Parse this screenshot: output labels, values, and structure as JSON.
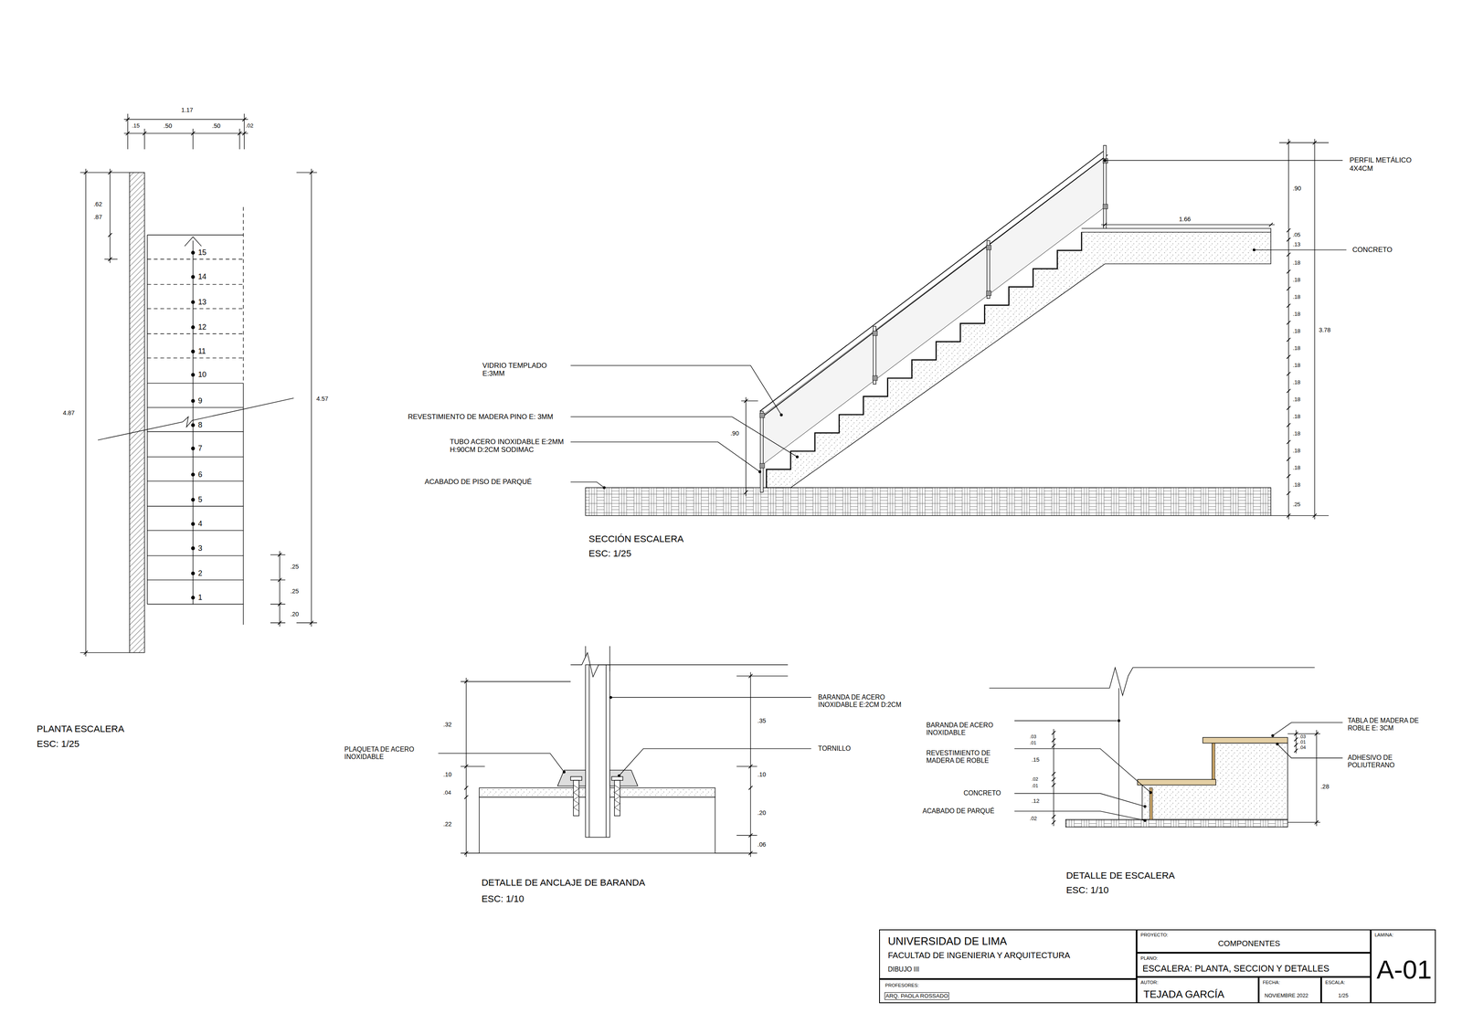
{
  "diagram": {
    "nodes": [
      {
        "text": [
          "UNIVERSIDAD DE LIMA",
          "FACULTAD DE INGENIERIA Y ARQUITECTURA",
          "DIBUJO III"
        ]
      },
      {
        "text": [
          "PROFESORES:",
          "ARQ. PAOLA ROSSADO"
        ]
      },
      {
        "text": [
          "PROYECTO:",
          "COMPONENTES"
        ]
      },
      {
        "text": [
          "PLANO:",
          "ESCALERA: PLANTA, SECCION Y DETALLES"
        ]
      },
      {
        "text": [
          "AUTOR:",
          "TEJADA GARCÍA"
        ]
      },
      {
        "text": [
          "FECHA:",
          "NOVIEMBRE 2022"
        ]
      },
      {
        "text": [
          "ESCALA:",
          "1/25"
        ]
      },
      {
        "text": [
          "LAMINA:",
          "A-01"
        ]
      }
    ],
    "labels": [
      "1.17",
      ".15",
      ".50",
      ".50",
      ".02",
      ".62",
      ".87",
      "4.87",
      "4.57",
      "1",
      "2",
      "3",
      "4",
      "5",
      "6",
      "7",
      "8",
      "9",
      "10",
      "11",
      "12",
      "13",
      "14",
      "15",
      ".25",
      ".25",
      ".20",
      "PLANTA ESCALERA",
      "ESC: 1/25",
      "PERFIL METÁLICO 4X4CM",
      ".90",
      "1.66",
      ".05",
      ".13",
      "CONCRETO",
      ".18",
      ".18",
      ".18",
      ".18",
      ".18",
      ".18",
      ".18",
      ".18",
      ".18",
      ".18",
      ".18",
      ".18",
      ".18",
      ".18",
      ".25",
      "3.78",
      "VIDRIO TEMPLADO E:3MM",
      "REVESTIMIENTO DE MADERA PINO E: 3MM",
      "TUBO ACERO INOXIDABLE E:2MM H:90CM D:2CM SODIMAC",
      "ACABADO DE PISO DE PARQUÉ",
      ".90",
      "SECCIÓN ESCALERA",
      "ESC: 1/25",
      ".32",
      ".10",
      ".04",
      ".22",
      ".35",
      ".10",
      ".20",
      ".06",
      "BARANDA DE ACERO INOXIDABLE E:2CM D:2CM",
      "TORNILLO",
      "PLAQUETA DE ACERO INOXIDABLE",
      "DETALLE DE ANCLAJE DE BARANDA",
      "ESC: 1/10",
      "BARANDA DE ACERO INOXIDABLE",
      "REVESTIMIENTO DE MADERA DE ROBLE",
      "CONCRETO",
      "ACABADO DE PARQUÉ",
      ".03",
      ".01",
      ".15",
      ".02",
      ".01",
      ".12",
      ".02",
      ".03",
      ".01",
      ".04",
      ".28",
      "TABLA DE MADERA DE ROBLE E: 3CM",
      "ADHESIVO DE POLIUTERANO",
      "DETALLE DE ESCALERA",
      "ESC: 1/10"
    ]
  }
}
